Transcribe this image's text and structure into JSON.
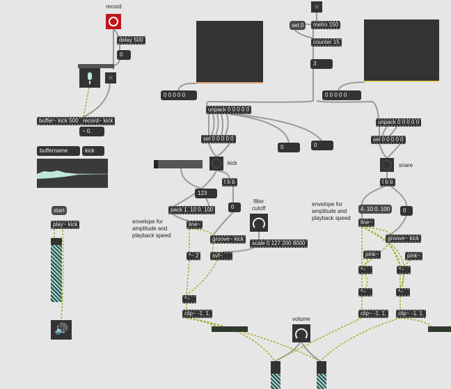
{
  "colors": {
    "background": "#e6e6e6",
    "object": "#333333",
    "record_toggle": "#c0141c",
    "signal_cord": "#a0b030",
    "control_cord": "#9a9a9a",
    "waveform": "#bfe8dc",
    "display_accent": "#e8d46a"
  },
  "labels": {
    "record": "record",
    "kick": "kick",
    "snare": "snare",
    "filter_cutoff": "filter\ncutoff",
    "volume": "volume",
    "envelope_left": "envelope for\namplitude and\nplayback speed",
    "envelope_right": "envelope for\namplitude and\nplayback speed"
  },
  "objects": {
    "delay": "delay 500",
    "zero_a": "0",
    "buffer": "buffer~ kick 500",
    "record_obj": "record~ kick",
    "sig_num": "~ 0.",
    "buffername": "buffername",
    "buffer_sel": "kick",
    "start": "start",
    "play": "play~ kick",
    "list_left": "0 0 0 0 0",
    "unpack_left": "unpack 0 0 0 0 0",
    "sel_left": "sel 0 0 0 0 0",
    "num_a": "0",
    "num_b": "0",
    "tbb_left": "t b b",
    "num_123": "123",
    "num_zero_l": "0",
    "pack": "pack 1. 10 0. 100",
    "line_left": "line~",
    "groove_left": "groove~ kick",
    "scale": "scale 0 127 200 8000",
    "mul2": "*~ 2",
    "svf": "svf~",
    "mul_l": "*~",
    "clip_l": "clip~ -1. 1.",
    "set0": "set 0",
    "metro": "metro 150",
    "counter": "counter 15",
    "count_num": "3",
    "list_right": "0 0 0 0 0",
    "unpack_right": "unpack 0 0 0 0 0",
    "sel_right": "sel 0 0 0 0 0",
    "tbb_right": "t b b",
    "env_msg": "4. 10 0. 100",
    "num_zero_r": "0",
    "line_right": "line~",
    "groove_right": "groove~ kick",
    "pink1": "pink~",
    "pink2": "pink~",
    "mul_r1": "*~",
    "mul_r2": "*~",
    "mul_r3": "*~",
    "mul_r4": "*~",
    "clip_r1": "clip~ -1. 1.",
    "clip_r2": "clip~ -1. 1."
  },
  "icons": {
    "record": "record-toggle-icon",
    "mic": "microphone-icon",
    "speaker": "speaker-icon",
    "toggle": "x-toggle-icon"
  }
}
